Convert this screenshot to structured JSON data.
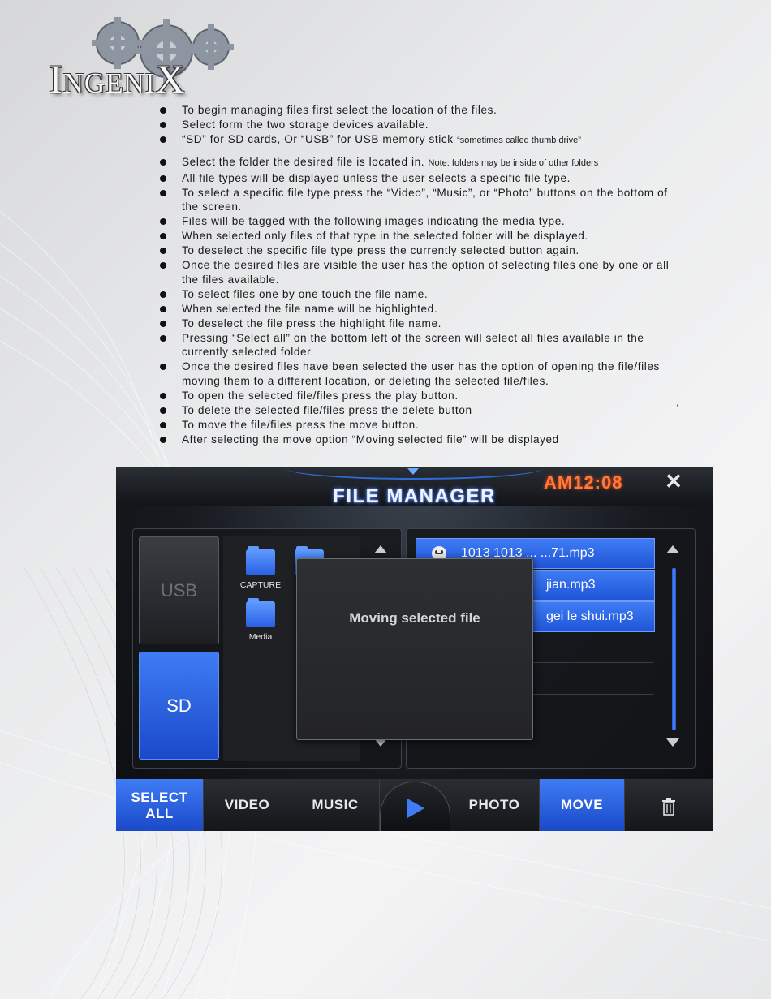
{
  "logo": {
    "text": "IngeniX"
  },
  "instructions": [
    {
      "text": "To begin managing files first select the location of the files."
    },
    {
      "text": "Select form the two storage devices available."
    },
    {
      "text": "“SD” for SD cards, Or “USB” for USB memory stick ",
      "note": "“sometimes called thumb drive”"
    },
    {
      "text": "Select the folder the desired file is located in. ",
      "note": "Note: folders may be inside of other folders",
      "gap": true
    },
    {
      "text": "All file types will be displayed unless the user selects a specific file type."
    },
    {
      "text": "To select a specific file type press the “Video”, “Music”, or “Photo” buttons on the bottom of the screen."
    },
    {
      "text": "Files will be tagged with the following images indicating the media type."
    },
    {
      "text": "When selected only files of that type in the selected folder will be displayed."
    },
    {
      "text": "To deselect the specific file type press the currently selected button again."
    },
    {
      "text": "Once the desired files are visible the user has the option of selecting files one by one or all the files available."
    },
    {
      "text": "To select files one by one touch the file name."
    },
    {
      "text": "When selected the file name will be highlighted."
    },
    {
      "text": "To deselect the file press the highlight file name."
    },
    {
      "text": "Pressing “Select all” on the bottom left of the screen will select all files available in the currently selected folder."
    },
    {
      "text": "Once the desired files have been selected the user has the option of opening the file/files moving them to a different location, or deleting the selected file/files."
    },
    {
      "text": "To open the selected  file/files press the play button."
    },
    {
      "text": "To delete the selected file/files press the  delete button"
    },
    {
      "text": "To move the file/files press the move button."
    },
    {
      "text": "After selecting the move option “Moving selected file” will be displayed"
    }
  ],
  "stray_comma": ",",
  "screen": {
    "title": "FILE MANAGER",
    "clock": "AM12:08",
    "close_glyph": "✕",
    "devices": {
      "usb": "USB",
      "sd": "SD",
      "selected": "SD"
    },
    "folders": [
      {
        "label": "CAPTURE"
      },
      {
        "label": "Media"
      }
    ],
    "files": [
      {
        "name": "1013 1013 ... ...71.mp3",
        "selected": true
      },
      {
        "name": "jian.mp3",
        "selected": true
      },
      {
        "name": "gei le shui.mp3",
        "selected": true
      }
    ],
    "dialog": {
      "message": "Moving selected file"
    },
    "bottom": {
      "select_all_line1": "SELECT",
      "select_all_line2": "ALL",
      "video": "VIDEO",
      "music": "MUSIC",
      "photo": "PHOTO",
      "move": "MOVE"
    }
  },
  "colors": {
    "accent": "#3f7cf4",
    "clock": "#ff7b3a"
  }
}
